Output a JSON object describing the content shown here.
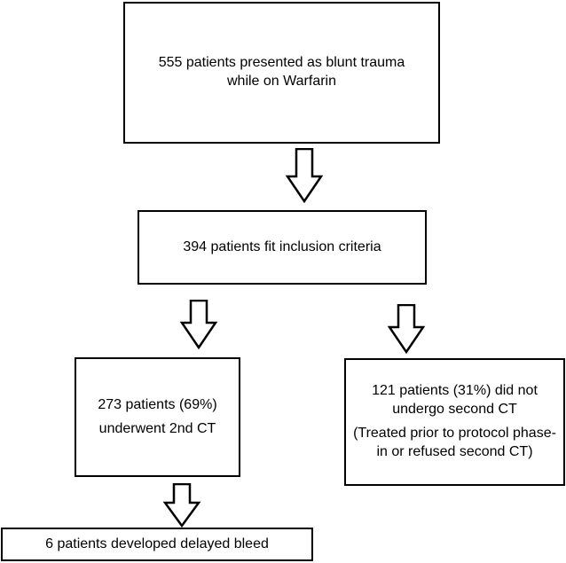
{
  "diagram": {
    "nodes": {
      "presented": {
        "text": "555 patients presented  as blunt trauma while on Warfarin"
      },
      "inclusion": {
        "text": "394 patients fit inclusion  criteria"
      },
      "second_ct": {
        "line1": "273 patients (69%)",
        "line2": "underwent  2nd CT"
      },
      "no_second_ct": {
        "line1": "121 patients (31%) did not undergo second CT",
        "line2": "(Treated prior to protocol phase-in or refused second CT)"
      },
      "delayed_bleed": {
        "text": "6 patients developed  delayed bleed"
      }
    },
    "edges": [
      {
        "from": "presented",
        "to": "inclusion"
      },
      {
        "from": "inclusion",
        "to": "second_ct"
      },
      {
        "from": "inclusion",
        "to": "no_second_ct"
      },
      {
        "from": "second_ct",
        "to": "delayed_bleed"
      }
    ]
  }
}
